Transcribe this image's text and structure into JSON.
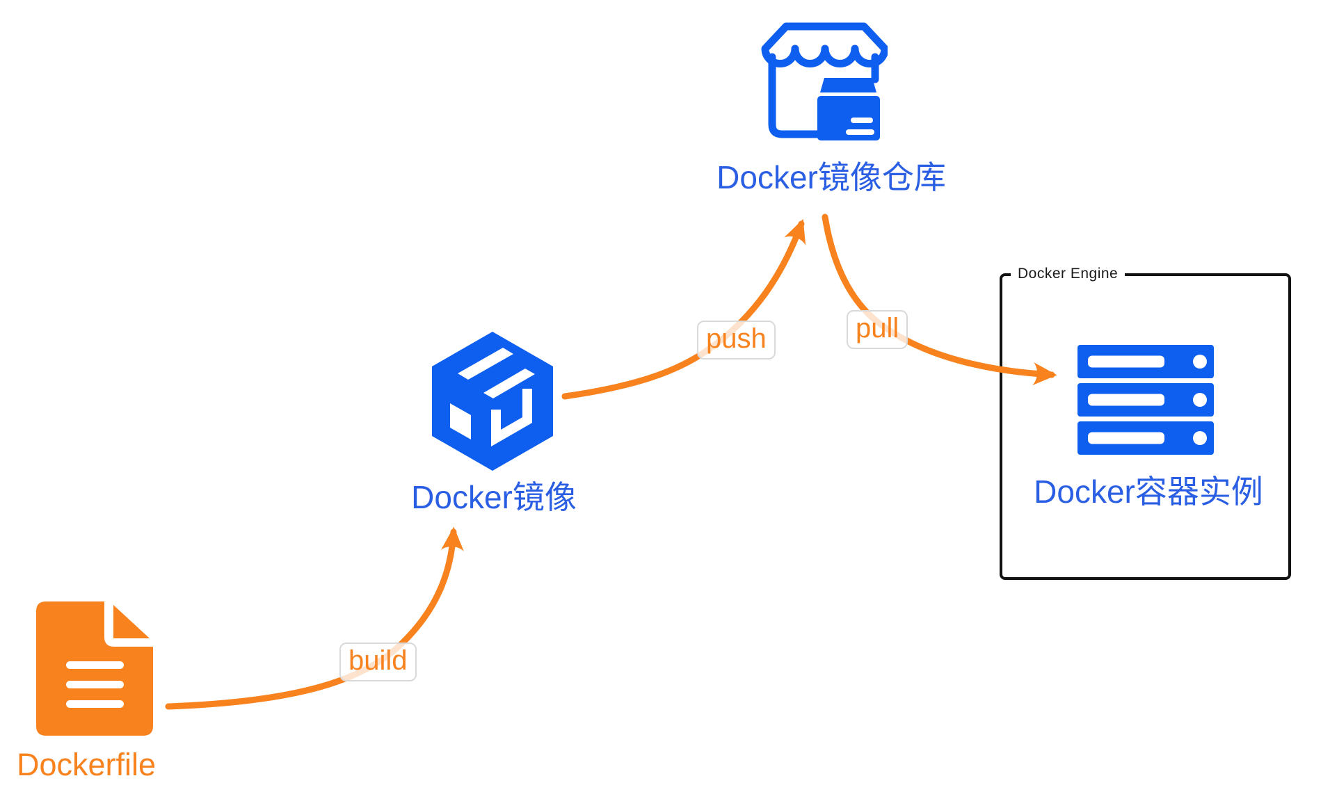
{
  "diagram": {
    "nodes": {
      "dockerfile": {
        "label": "Dockerfile"
      },
      "image": {
        "label": "Docker镜像"
      },
      "registry": {
        "label": "Docker镜像仓库"
      },
      "container": {
        "label": "Docker容器实例"
      }
    },
    "engine": {
      "label": "Docker Engine"
    },
    "edges": {
      "build": {
        "label": "build",
        "from": "Dockerfile",
        "to": "Docker镜像"
      },
      "push": {
        "label": "push",
        "from": "Docker镜像",
        "to": "Docker镜像仓库"
      },
      "pull": {
        "label": "pull",
        "from": "Docker镜像仓库",
        "to": "Docker容器实例"
      }
    },
    "colors": {
      "icon_blue": "#0E5FEF",
      "text_blue": "#2B5FE3",
      "orange": "#F7821E",
      "pill_border": "#D9D9D9",
      "engine_border": "#121212"
    }
  }
}
